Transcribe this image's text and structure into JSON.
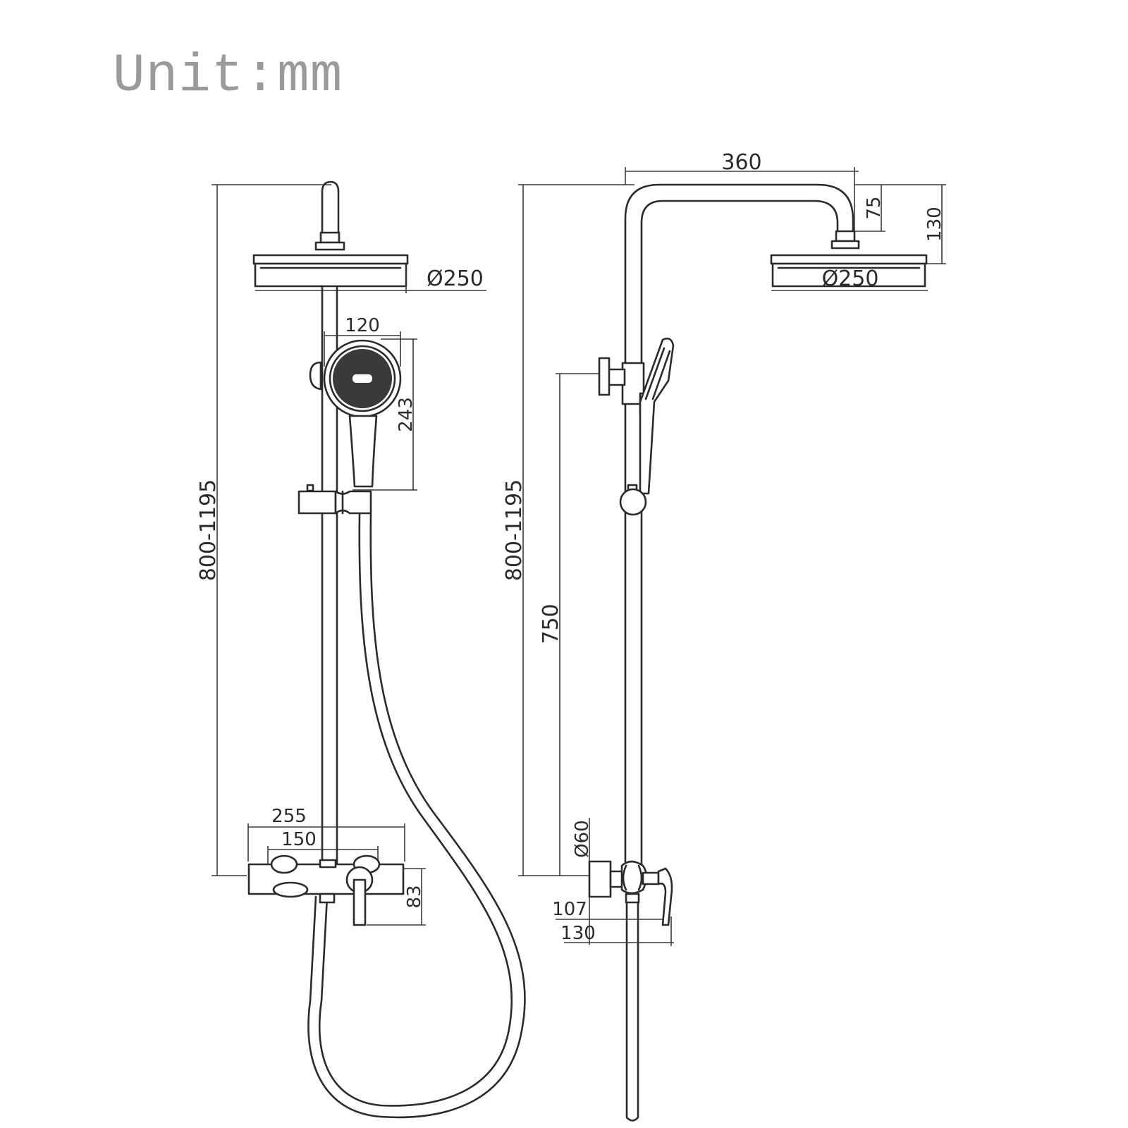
{
  "header": {
    "unit_label": "Unit:mm"
  },
  "front_view": {
    "overall_height": "800-1195",
    "shower_head_diameter": "Ø250",
    "hand_shower_width": "120",
    "hand_shower_height": "243",
    "valve_width": "255",
    "valve_inlet_spacing": "150",
    "valve_height": "83"
  },
  "side_view": {
    "arm_reach": "360",
    "arm_drop": "75",
    "head_drop": "130",
    "shower_head_diameter": "Ø250",
    "overall_height": "800-1195",
    "bracket_height": "750",
    "connector_diameter": "Ø60",
    "valve_projection": "107",
    "handle_projection": "130"
  },
  "colors": {
    "line": "#2b2b2b",
    "unit_text": "#9a9a9a"
  }
}
